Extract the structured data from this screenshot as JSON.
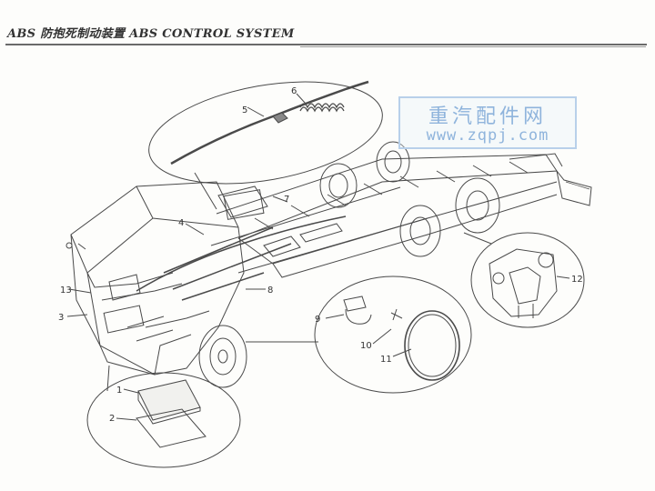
{
  "header": {
    "title": "ABS 防抱死制动装置 ABS CONTROL SYSTEM"
  },
  "watermark": {
    "chinese": "重汽配件网",
    "url": "www.zqpj.com",
    "color": "#8fb4dc"
  },
  "callouts": {
    "c1": "1",
    "c2": "2",
    "c3": "3",
    "c4": "4",
    "c5": "5",
    "c6": "6",
    "c7": "7",
    "c8": "8",
    "c9": "9",
    "c10": "10",
    "c11": "11",
    "c12": "12",
    "c13": "13"
  }
}
